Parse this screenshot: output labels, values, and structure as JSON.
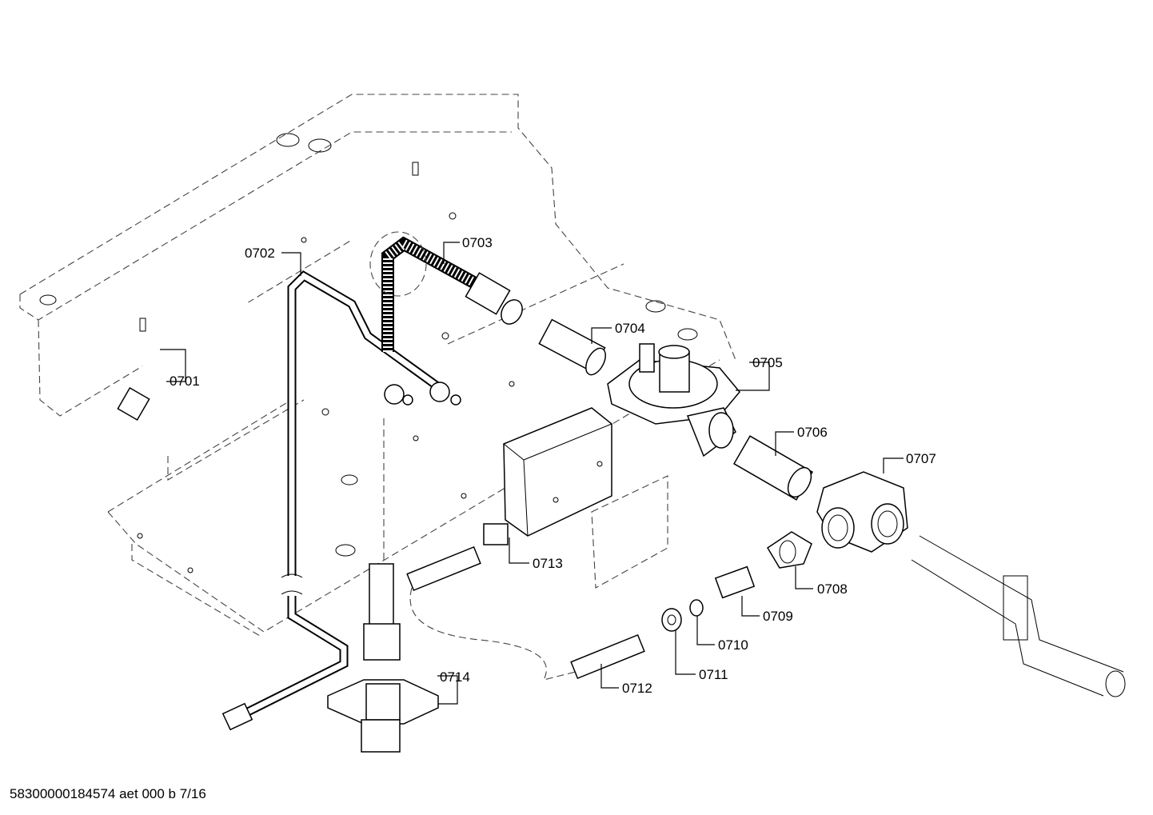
{
  "diagram": {
    "callouts": [
      "0701",
      "0702",
      "0703",
      "0704",
      "0705",
      "0706",
      "0707",
      "0708",
      "0709",
      "0710",
      "0711",
      "0712",
      "0713",
      "0714"
    ]
  },
  "footer": "58300000184574 aet 000 b 7/16"
}
